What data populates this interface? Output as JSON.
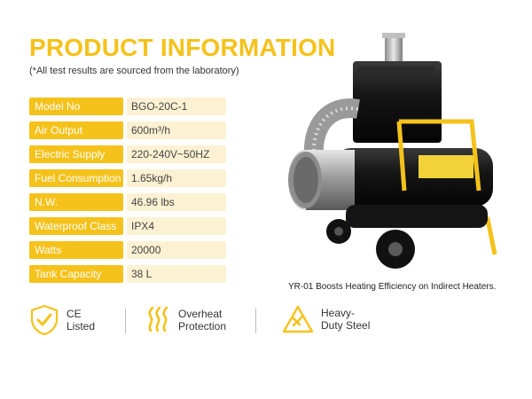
{
  "header": {
    "title": "PRODUCT INFORMATION",
    "subtitle": "(*All test results are sourced from the laboratory)"
  },
  "specs": [
    {
      "label": "Model No",
      "value": "BGO-20C-1"
    },
    {
      "label": "Air Output",
      "value": "600m³/h"
    },
    {
      "label": "Electric Supply",
      "value": "220-240V~50HZ"
    },
    {
      "label": "Fuel Consumption",
      "value": "1.65kg/h"
    },
    {
      "label": "N.W.",
      "value": "46.96 lbs"
    },
    {
      "label": "Waterproof Class",
      "value": "IPX4"
    },
    {
      "label": "Watts",
      "value": "20000"
    },
    {
      "label": "Tank Capacity",
      "value": "38 L"
    }
  ],
  "product": {
    "caption": "YR-01 Boosts Heating Efficiency on Indirect Heaters."
  },
  "features": [
    {
      "line1": "CE",
      "line2": "Listed",
      "icon": "ce-shield-icon"
    },
    {
      "line1": "Overheat",
      "line2": "Protection",
      "icon": "heat-waves-icon"
    },
    {
      "line1": "Heavy-",
      "line2": "Duty Steel",
      "icon": "warning-triangle-icon"
    }
  ],
  "colors": {
    "accent": "#f5c21b",
    "value_bg": "#fcf1d2",
    "text": "#222222"
  }
}
